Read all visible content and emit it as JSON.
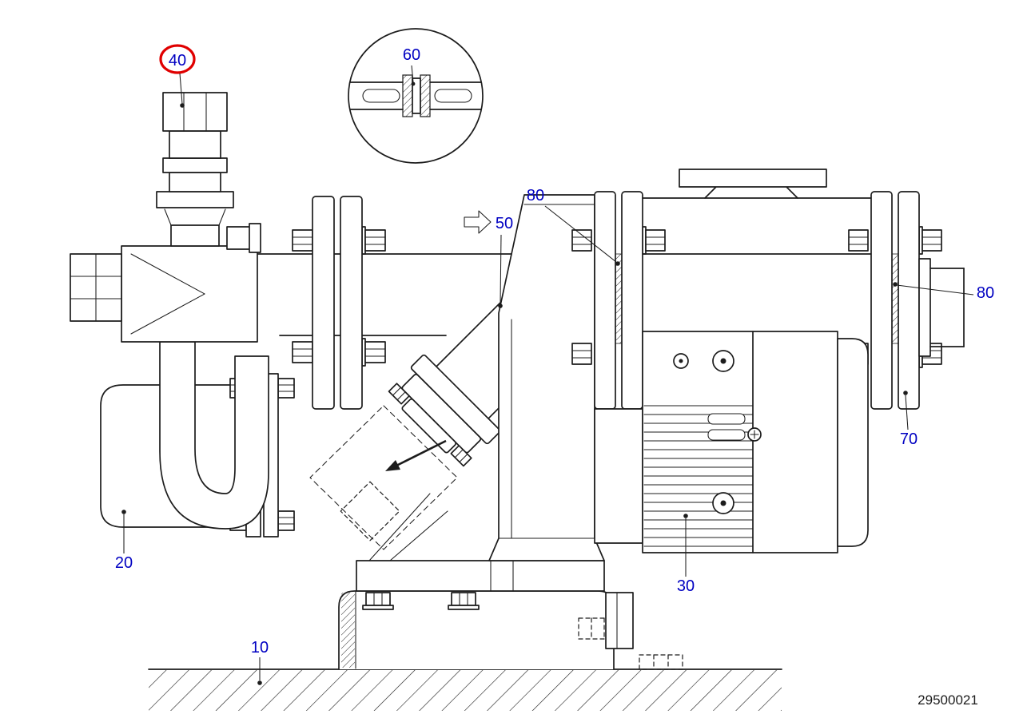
{
  "diagram": {
    "type": "technical-drawing",
    "drawing_number": "29500021",
    "colors": {
      "line": "#1c1c1c",
      "callout_text": "#0000c2",
      "highlight_ring": "#e00000"
    },
    "callouts": [
      {
        "id": "40",
        "label": "40",
        "highlighted": true
      },
      {
        "id": "60",
        "label": "60",
        "highlighted": false
      },
      {
        "id": "50",
        "label": "50",
        "highlighted": false
      },
      {
        "id": "80-left",
        "label": "80",
        "highlighted": false
      },
      {
        "id": "80-right",
        "label": "80",
        "highlighted": false
      },
      {
        "id": "70",
        "label": "70",
        "highlighted": false
      },
      {
        "id": "30",
        "label": "30",
        "highlighted": false
      },
      {
        "id": "20",
        "label": "20",
        "highlighted": false
      },
      {
        "id": "10",
        "label": "10",
        "highlighted": false
      }
    ]
  }
}
